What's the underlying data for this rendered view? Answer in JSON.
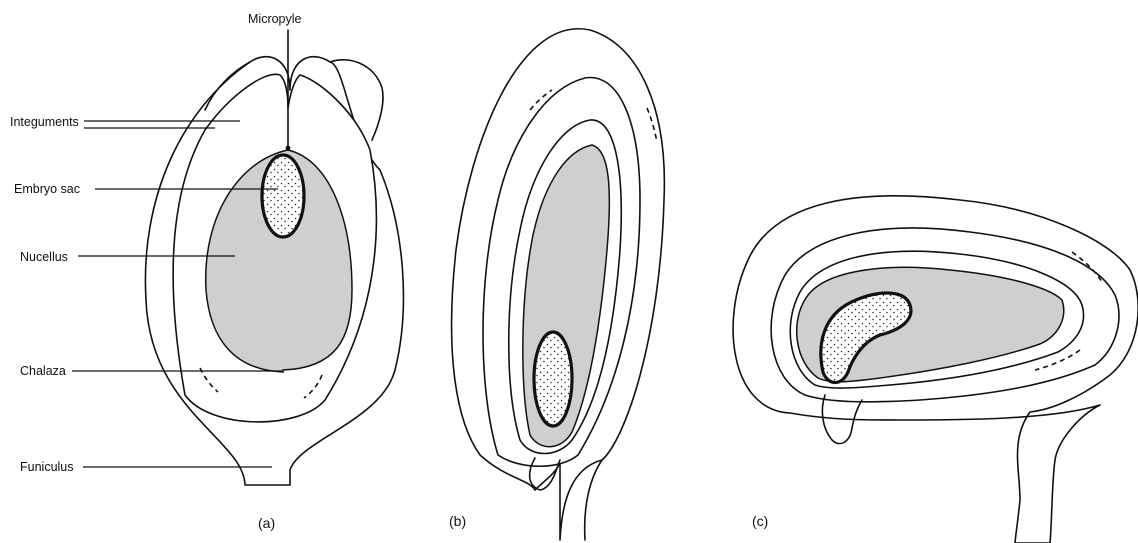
{
  "labels": {
    "micropyle": "Micropyle",
    "integuments": "Integuments",
    "embryo_sac": "Embryo sac",
    "nucellus": "Nucellus",
    "chalaza": "Chalaza",
    "funiculus": "Funiculus"
  },
  "captions": {
    "a": "(a)",
    "b": "(b)",
    "c": "(c)"
  },
  "colors": {
    "nucellus_fill": "#cfcfcf",
    "outline": "#111111"
  }
}
